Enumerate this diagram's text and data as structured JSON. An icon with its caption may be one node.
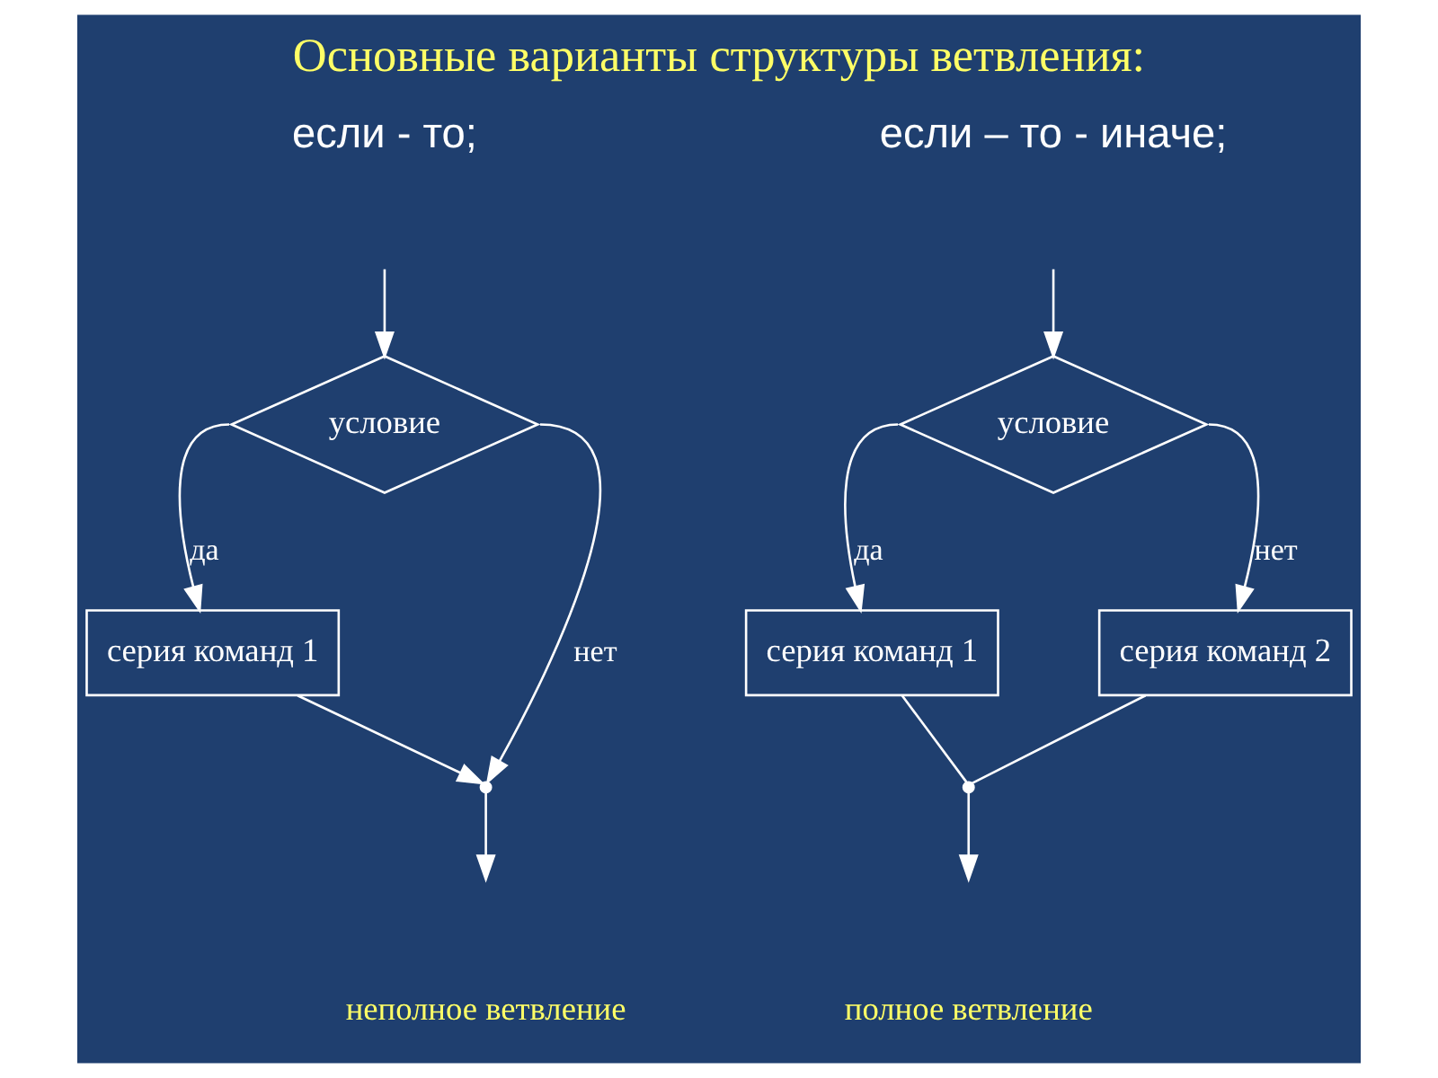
{
  "diagram": {
    "title": "Основные варианты структуры ветвления:",
    "nodes": [
      {
        "text": [
          "условие"
        ]
      },
      {
        "text": [
          "серия команд 1"
        ]
      },
      {
        "text": [],
        "shape": "point"
      },
      {
        "text": [
          "условие"
        ]
      },
      {
        "text": [
          "серия команд 1"
        ]
      },
      {
        "text": [
          "серия команд 2"
        ]
      },
      {
        "text": [],
        "shape": "point"
      }
    ],
    "edges": [
      {
        "from": null,
        "to": 0,
        "arrow": "to"
      },
      {
        "from": 0,
        "to": 1,
        "label": "да",
        "arrow": "to"
      },
      {
        "from": 0,
        "to": 2,
        "label": "нет",
        "arrow": "to"
      },
      {
        "from": 1,
        "to": 2,
        "arrow": "to"
      },
      {
        "from": 2,
        "to": null,
        "arrow": "to"
      },
      {
        "from": null,
        "to": 3,
        "arrow": "to"
      },
      {
        "from": 3,
        "to": 4,
        "label": "да",
        "arrow": "to"
      },
      {
        "from": 3,
        "to": 5,
        "label": "нет",
        "arrow": "to"
      },
      {
        "from": 4,
        "to": 6,
        "arrow": "none"
      },
      {
        "from": 5,
        "to": 6,
        "arrow": "none"
      },
      {
        "from": 6,
        "to": null,
        "arrow": "to"
      }
    ],
    "labels": [
      "если - то;",
      "если – то - иначе;",
      "неполное ветвление",
      "полное ветвление"
    ]
  }
}
